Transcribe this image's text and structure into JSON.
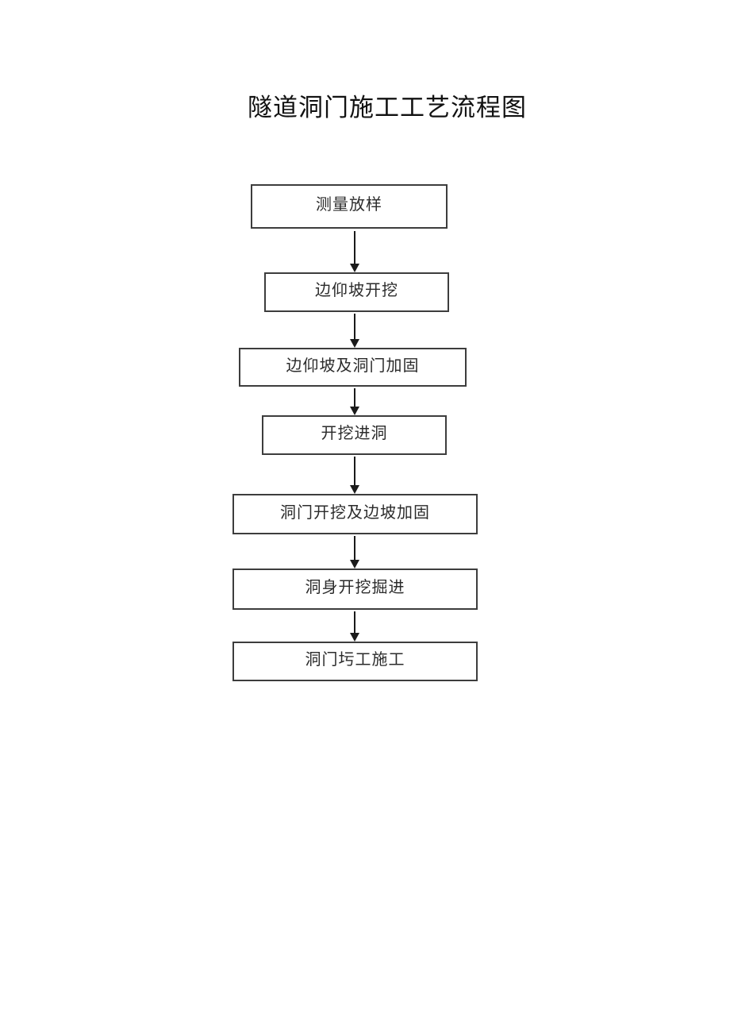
{
  "page": {
    "title": "隧道洞门施工工艺流程图"
  },
  "flowchart": {
    "steps": [
      {
        "label": "测量放样"
      },
      {
        "label": "边仰坡开挖"
      },
      {
        "label": "边仰坡及洞门加固"
      },
      {
        "label": "开挖进洞"
      },
      {
        "label": "洞门开挖及边坡加固"
      },
      {
        "label": "洞身开挖掘进"
      },
      {
        "label": "洞门圬工施工"
      }
    ],
    "colors": {
      "background": "#ffffff",
      "box_border": "#3d3d3d",
      "arrow": "#1a1a1a",
      "text": "#2b2b2b"
    }
  }
}
